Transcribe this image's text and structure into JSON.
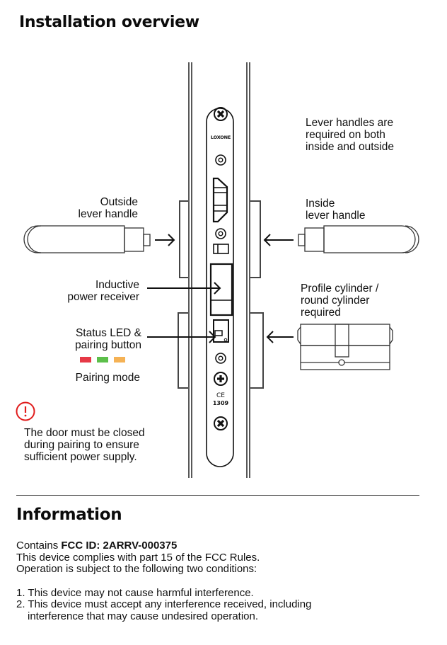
{
  "title": "Installation overview",
  "diagram": {
    "faceplate_brand": "LOXONE",
    "ce_mark": "CE",
    "ce_number": "1309",
    "labels": {
      "lever_required": [
        "Lever handles are",
        "required on both",
        "inside and outside"
      ],
      "outside_lever": [
        "Outside",
        "lever handle"
      ],
      "inside_lever": [
        "Inside",
        "lever handle"
      ],
      "inductive": [
        "Inductive",
        "power receiver"
      ],
      "cylinder": [
        "Profile cylinder /",
        "round cylinder",
        "required"
      ],
      "status_led": [
        "Status LED &",
        "pairing button"
      ],
      "pairing_mode": "Pairing mode"
    },
    "pairing_colors": [
      "#e63946",
      "#5cbf4a",
      "#f5b255"
    ],
    "warning": {
      "icon": "exclamation-circle-icon",
      "color": "#e01b1b",
      "text": [
        "The door must be closed",
        "during pairing to ensure",
        "sufficient power supply."
      ]
    }
  },
  "information": {
    "title": "Information",
    "fcc_prefix": "Contains ",
    "fcc_id": "FCC ID: 2ARRV-000375",
    "lines": [
      "This device complies with part 15 of the FCC Rules.",
      "Operation is subject to the following two conditions:"
    ],
    "conditions": [
      "1. This device may not cause harmful interference.",
      "2. This device must accept any interference received, including"
    ],
    "condition_continuation": "interference that may cause undesired operation."
  }
}
